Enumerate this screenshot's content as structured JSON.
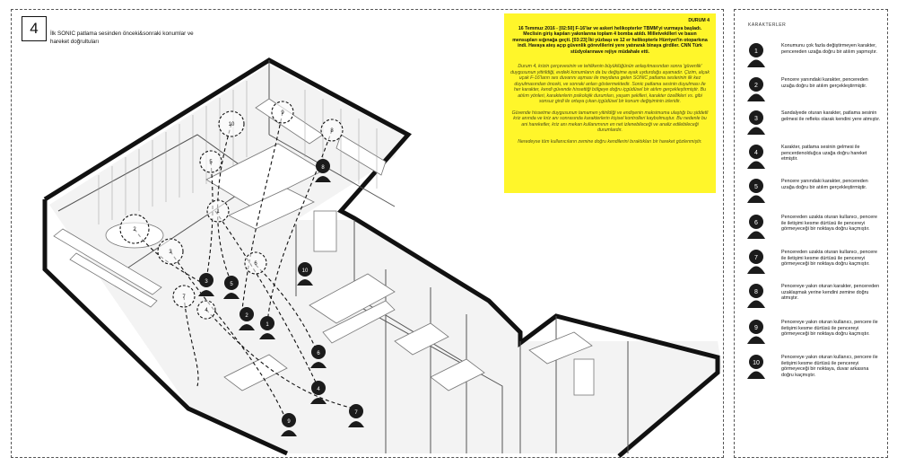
{
  "figure": {
    "number": "4",
    "subtitle": "İlk SONIC patlama sesinden önceki&sonraki konumlar ve hareket doğrultuları"
  },
  "scenario": {
    "title": "DURUM 4",
    "headline": "16 Temmuz 2016 - [02:50]  F-16'lar ve askeri helikopterler TBMM'yi vurmaya başladı. Meclisin giriş kapıları yakınlarına toplam 4 bomba atıldı. Milletvekilleri ve basın mensupları sığınağa geçti. [03:23] İki yüzbaşı ve 12 er helikopterle Hürriyet'in otoparkına indi. Havaya ateş açıp güvenlik görevlilerini yere yatırarak binaya girdiler. CNN Türk stüdyolarınave rejiye müdahale etti.",
    "paragraph1": "Durum 4, krizin çerçevesinin ve tehlikenin büyüklüğünün anlaşılmasından sonra 'güvenlik' duygusunun yitirildiği, evdeki konumların da bu değişime ayak uydurduğu aşamadır. Çizim, alçak uçak F-16'ların ses duvarını aşması ile meydana gelen SONIC patlama seslerinin ilk kez duyulmasından  önceki, ve sonraki anları göstermektedir. Sonic patlama sesinin duyulması ile her karakter, kendi güvende hissettiği bölgeye doğru içgüdüsel bir atılım gerçekleştirmiştir. Bu atılım yönleri, karakterlerin psikolojik durumları, yaşam şekilleri, karakter özellikleri vs. gibi sonsuz girdi ile ortaya çıkan içgüdüsel bir konum değişiminin izleridir.",
    "paragraph2": "Güvende hissetme duygusunun tamamen yitirildiği ve endişenin maksimuma ulaştığı bu şiddetli kriz anında ve kriz anı sonrasında karakterlerin kişisel kontrolleri kaybolmuştur. Bu nedenle bu ani hareketler, kriz anı mekan kullanımının en net izlenebileceği ve analiz edilebileceği durumlardır.",
    "paragraph3": "Neredeyse tüm kullanıcıların zemine doğru kendilerini bıraktıkları bir hareket gözlenmiştir."
  },
  "legend": {
    "title": "KARAKTERLER",
    "items": [
      {
        "num": "1",
        "text": "Konumunu çok fazla değiştirmeyen karakter, pencereden uzağa doğru bir atılım yapmıştır."
      },
      {
        "num": "2",
        "text": "Pencere yanındaki karakter, pencereden uzağa doğru bir atılım gerçekleştirmiştir."
      },
      {
        "num": "3",
        "text": "Sandalyede oturan karakter, patlama sesinin gelmesi ile refleks olarak kendini yere atmıştır."
      },
      {
        "num": "4",
        "text": "Karakter, patlama sesinin gelmesi ile pencerdenolduğca uzağa doğru hareket etmiştir."
      },
      {
        "num": "5",
        "text": "Pencere yanındaki karakter, pencereden uzağa doğru bir atılım gerçekleştirmiştir."
      },
      {
        "num": "6",
        "text": "Pencereden uzakta oturan kullanıcı, pencere ile iletişimi kesme dürtüsü ile pencereyi görmeyeceği bir noktaya doğru kaçmıştır."
      },
      {
        "num": "7",
        "text": "Pencereden uzakta oturan kullanıcı, pencere ile iletişimi kesme dürtüsü ile pencereyi görmeyeceği bir noktaya doğru kaçmıştır."
      },
      {
        "num": "8",
        "text": "Pencereye yakın oturan karakter, pencereden uzaklaşmak yerine kendini zemine doğru atmıştır."
      },
      {
        "num": "9",
        "text": "Pencereye yakın oturan kullanıcı, pencere ile iletişimi kesme dürtüsü ile pencereyi görmeyeceği bir noktaya doğru kaçmıştır."
      },
      {
        "num": "10",
        "text": "Pencereye yakın oturan kullanıcı, pencere ile iletişimi kesme dürtüsü ile pencereyi görmeyeceği bir noktaya, duvar arkasına doğru kaçmıştır."
      }
    ]
  },
  "plan": {
    "dashed_markers": [
      "1",
      "2",
      "3",
      "4",
      "5",
      "6",
      "7",
      "8",
      "9",
      "10"
    ],
    "figures": [
      "1",
      "2",
      "3",
      "4",
      "5",
      "6",
      "7",
      "8",
      "9",
      "10"
    ]
  },
  "colors": {
    "highlight": "#fff62a",
    "ink": "#111111",
    "figure": "#1b1b1b"
  }
}
